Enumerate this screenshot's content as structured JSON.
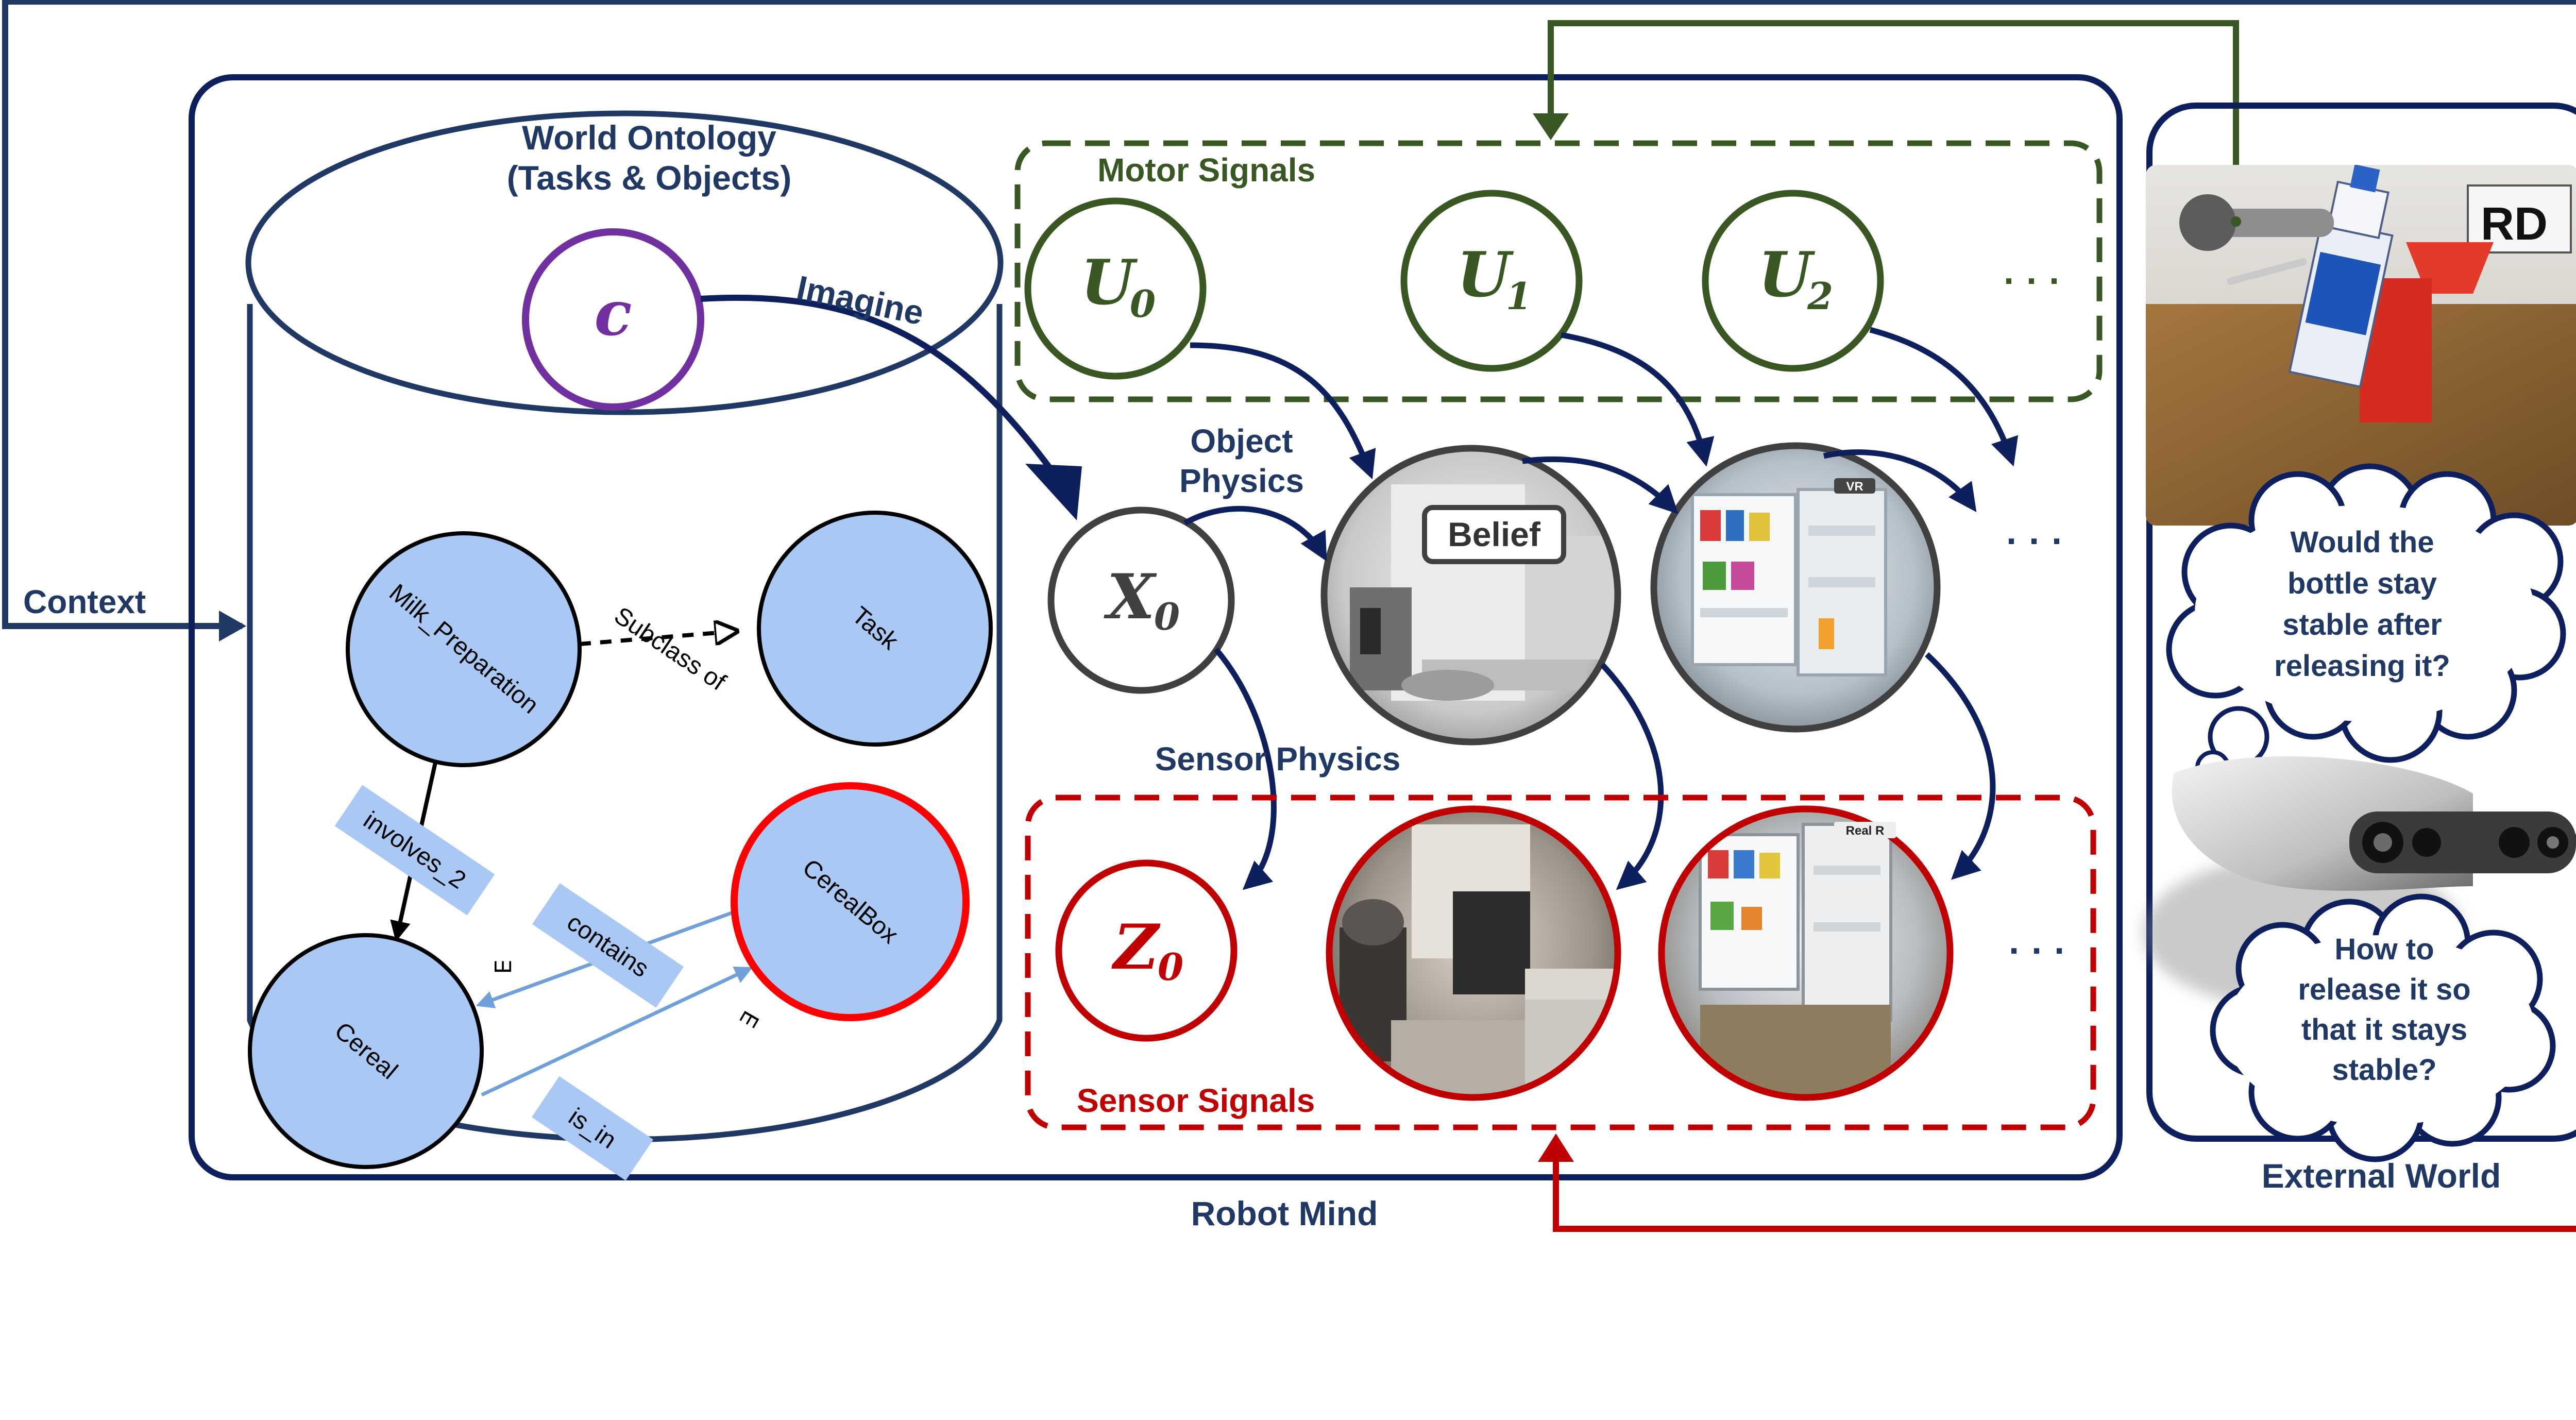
{
  "context_label": "Context",
  "robot_mind_label": "Robot Mind",
  "external_world_label": "External World",
  "ontology": {
    "title_line1": "World Ontology",
    "title_line2": "(Tasks & Objects)",
    "imagine_label": "Imagine",
    "context_node": "c",
    "nodes": {
      "milk_preparation": "Milk_Preparation",
      "task": "Task",
      "cereal": "Cereal",
      "cerealbox": "CerealBox"
    },
    "edges": {
      "subclass_of": "Subclass of",
      "involves": "involves_2",
      "contains": "contains",
      "is_in": "is_in",
      "exists_symbol": "∃"
    }
  },
  "motor": {
    "title": "Motor Signals",
    "nodes": {
      "u0": "U",
      "u0_sub": "0",
      "u1": "U",
      "u1_sub": "1",
      "u2": "U",
      "u2_sub": "2"
    },
    "ellipsis": "· · ·"
  },
  "physics": {
    "object_physics_line1": "Object",
    "object_physics_line2": "Physics",
    "sensor_physics": "Sensor  Physics",
    "x0": "X",
    "x0_sub": "0",
    "belief_label": "Belief",
    "vr_tag": "VR",
    "ellipsis": "· · ·"
  },
  "sensor": {
    "title": "Sensor Signals",
    "z0": "Z",
    "z0_sub": "0",
    "real_tag": "Real R",
    "ellipsis": "· · ·"
  },
  "external": {
    "thought1": [
      "Would the",
      "bottle stay",
      "stable after",
      "releasing it?"
    ],
    "thought2": [
      "How to",
      "release it so",
      "that it stays",
      "stable?"
    ],
    "sign_text": "RD"
  },
  "colors": {
    "navy": "#1f3864",
    "green": "#385723",
    "red": "#c00000",
    "purple": "#7030a0",
    "node_blue": "#a9c8f4",
    "edge_blue": "#6fa0d8",
    "dark_gray": "#404040"
  }
}
